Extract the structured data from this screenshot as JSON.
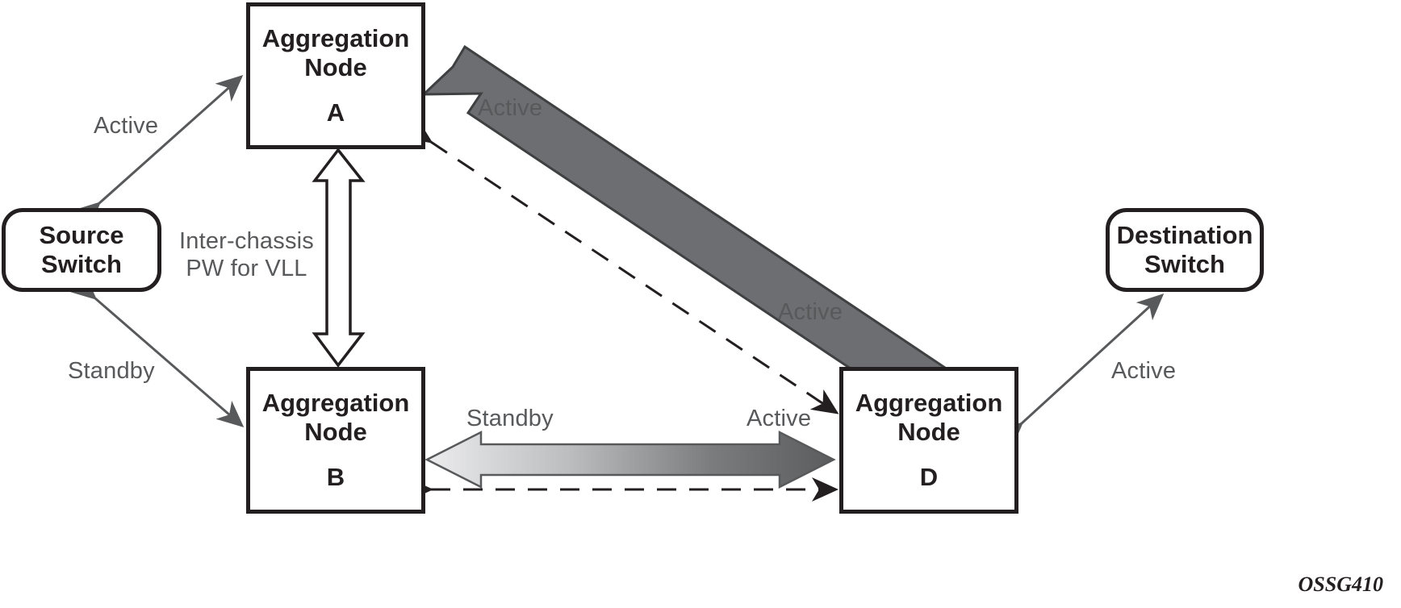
{
  "figure": {
    "code": "OSSG410",
    "colors": {
      "outline": "#231f20",
      "label_text": "#58595b",
      "thick_arrow_gray": "#6d6e71",
      "thick_arrow_stroke": "#404040",
      "gradient_light": "#e6e7e8",
      "gradient_dark": "#58595b",
      "thin_line": "#58595b",
      "background": "#ffffff"
    }
  },
  "nodes": {
    "agg_a": {
      "line1": "Aggregation",
      "line2": "Node",
      "tag": "A"
    },
    "agg_b": {
      "line1": "Aggregation",
      "line2": "Node",
      "tag": "B"
    },
    "agg_d": {
      "line1": "Aggregation",
      "line2": "Node",
      "tag": "D"
    },
    "source_switch": {
      "line1": "Source",
      "line2": "Switch"
    },
    "destination_switch": {
      "line1": "Destination",
      "line2": "Switch"
    }
  },
  "labels": {
    "source_to_a": "Active",
    "source_to_b": "Standby",
    "inter_chassis_line1": "Inter-chassis",
    "inter_chassis_line2": "PW for VLL",
    "a_to_d_top": "Active",
    "a_to_d_bottom": "Active",
    "b_to_d_left": "Standby",
    "b_to_d_right": "Active",
    "d_to_destination": "Active"
  },
  "connections": [
    {
      "id": "source-to-agg-a",
      "from": "Source Switch",
      "to": "Aggregation Node A",
      "style": "thin-double-arrow",
      "label": "Active"
    },
    {
      "id": "source-to-agg-b",
      "from": "Source Switch",
      "to": "Aggregation Node B",
      "style": "thin-double-arrow",
      "label": "Standby"
    },
    {
      "id": "agg-a-to-agg-b",
      "from": "Aggregation Node A",
      "to": "Aggregation Node B",
      "style": "hollow-double-arrow",
      "label": "Inter-chassis PW for VLL"
    },
    {
      "id": "agg-a-to-agg-d-thick",
      "from": "Aggregation Node A",
      "to": "Aggregation Node D",
      "style": "thick-gray-double-arrow",
      "label": "Active"
    },
    {
      "id": "agg-a-to-agg-d-dashed",
      "from": "Aggregation Node A",
      "to": "Aggregation Node D",
      "style": "dashed-double-arrow",
      "label": ""
    },
    {
      "id": "agg-b-to-agg-d-gradient",
      "from": "Aggregation Node B",
      "to": "Aggregation Node D",
      "style": "gradient-double-arrow",
      "label": "Standby / Active"
    },
    {
      "id": "agg-b-to-agg-d-dashed",
      "from": "Aggregation Node B",
      "to": "Aggregation Node D",
      "style": "dashed-double-arrow",
      "label": ""
    },
    {
      "id": "agg-d-to-destination",
      "from": "Aggregation Node D",
      "to": "Destination Switch",
      "style": "thin-double-arrow",
      "label": "Active"
    }
  ]
}
